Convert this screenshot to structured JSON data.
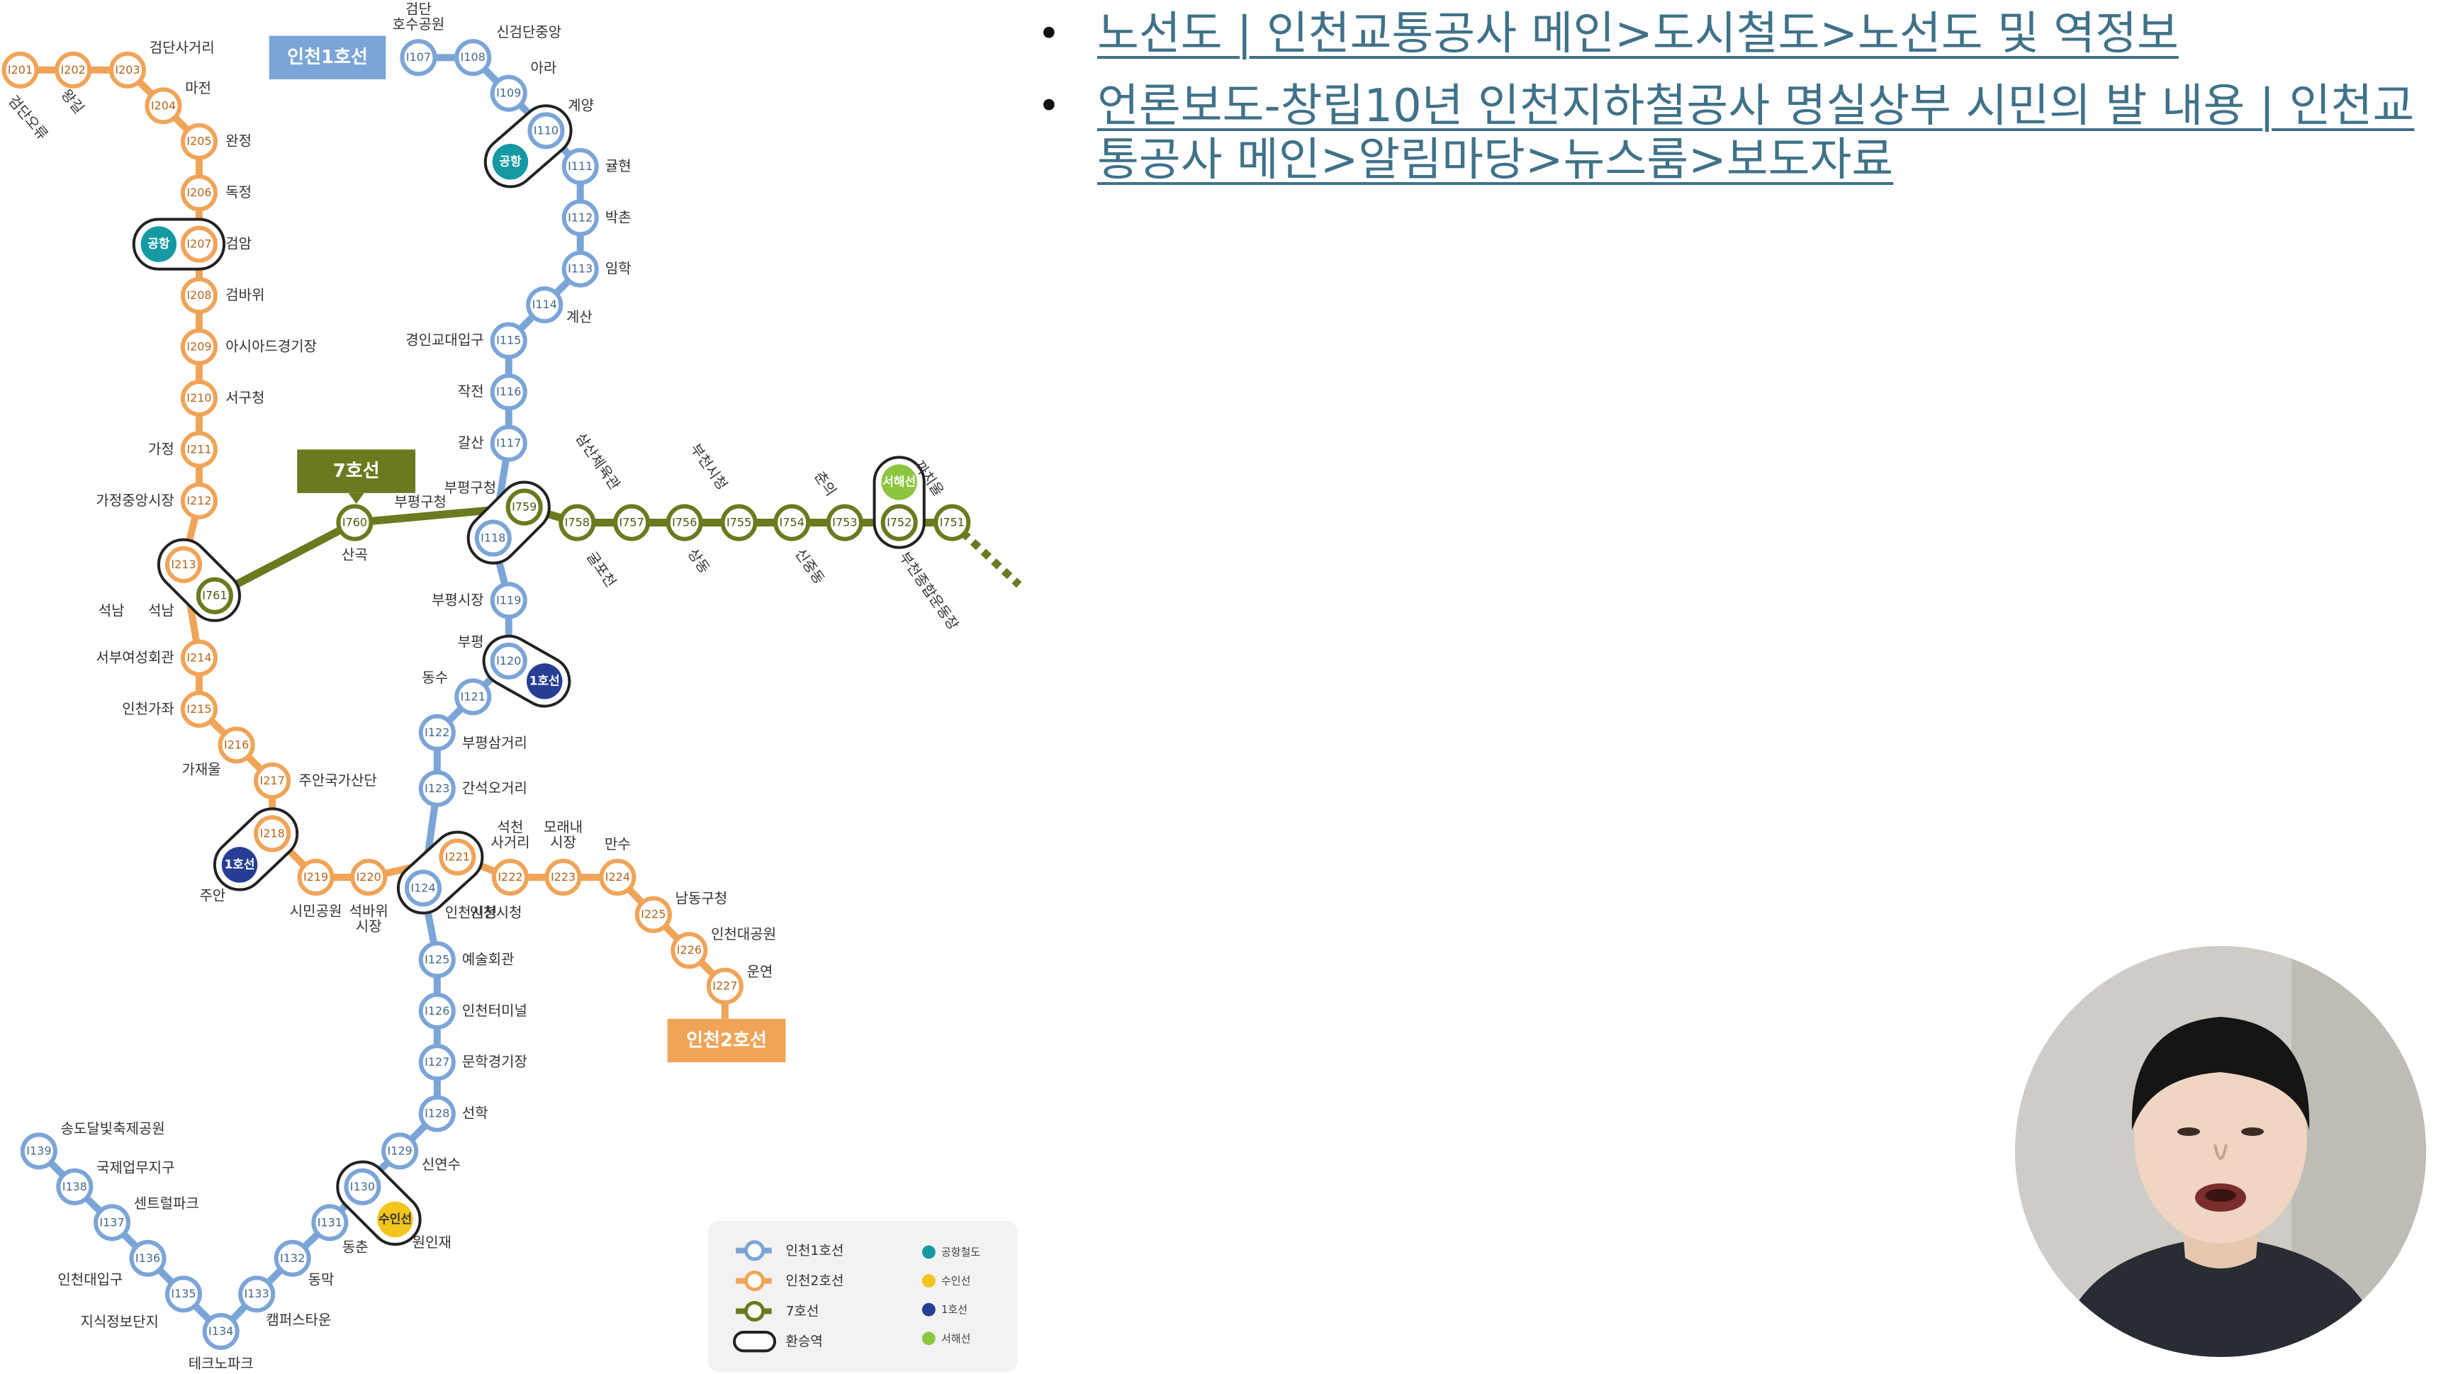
{
  "links": [
    "노선도 | 인천교통공사 메인>도시철도>노선도 및 역정보",
    "언론보도-창립10년 인천지하철공사 명실상부 시민의 발 내용 | 인천교통공사 메인>알림마당>뉴스룸>보도자료"
  ],
  "colors": {
    "line1": "#7ba5d6",
    "line2": "#f0a458",
    "line7": "#6b7a1e",
    "airport": "#159aa3",
    "suin": "#f2c41c",
    "korail1": "#263f94",
    "seohae": "#8cc63e",
    "link": "#3f7289"
  },
  "line_labels": {
    "line1": "인천1호선",
    "line2": "인천2호선",
    "line7": "7호선"
  },
  "legend": {
    "lines": [
      {
        "key": "line1",
        "label": "인천1호선"
      },
      {
        "key": "line2",
        "label": "인천2호선"
      },
      {
        "key": "line7",
        "label": "7호선"
      },
      {
        "key": "transfer",
        "label": "환승역"
      }
    ],
    "dots": [
      {
        "key": "airport",
        "label": "공항철도"
      },
      {
        "key": "suin",
        "label": "수인선"
      },
      {
        "key": "korail1",
        "label": "1호선"
      },
      {
        "key": "seohae",
        "label": "서해선"
      }
    ]
  },
  "transfer_badges": [
    {
      "code": "공항",
      "color": "airport"
    },
    {
      "code": "공항",
      "color": "airport"
    },
    {
      "code": "1호선",
      "color": "korail1"
    },
    {
      "code": "1호선",
      "color": "korail1"
    },
    {
      "code": "수인선",
      "color": "suin"
    },
    {
      "code": "서해선",
      "color": "seohae"
    }
  ],
  "stations": {
    "line1": [
      {
        "code": "I107",
        "name": "검단\n호수공원"
      },
      {
        "code": "I108",
        "name": "신검단중앙"
      },
      {
        "code": "I109",
        "name": "아라"
      },
      {
        "code": "I110",
        "name": "계양"
      },
      {
        "code": "I111",
        "name": "귤현"
      },
      {
        "code": "I112",
        "name": "박촌"
      },
      {
        "code": "I113",
        "name": "임학"
      },
      {
        "code": "I114",
        "name": "계산"
      },
      {
        "code": "I115",
        "name": "경인교대입구"
      },
      {
        "code": "I116",
        "name": "작전"
      },
      {
        "code": "I117",
        "name": "갈산"
      },
      {
        "code": "I118",
        "name": "부평구청"
      },
      {
        "code": "I119",
        "name": "부평시장"
      },
      {
        "code": "I120",
        "name": "부평"
      },
      {
        "code": "I121",
        "name": "동수"
      },
      {
        "code": "I122",
        "name": "부평삼거리"
      },
      {
        "code": "I123",
        "name": "간석오거리"
      },
      {
        "code": "I124",
        "name": "인천시청"
      },
      {
        "code": "I125",
        "name": "예술회관"
      },
      {
        "code": "I126",
        "name": "인천터미널"
      },
      {
        "code": "I127",
        "name": "문학경기장"
      },
      {
        "code": "I128",
        "name": "선학"
      },
      {
        "code": "I129",
        "name": "신연수"
      },
      {
        "code": "I130",
        "name": "원인재"
      },
      {
        "code": "I131",
        "name": "동춘"
      },
      {
        "code": "I132",
        "name": "동막"
      },
      {
        "code": "I133",
        "name": "캠퍼스타운"
      },
      {
        "code": "I134",
        "name": "테크노파크"
      },
      {
        "code": "I135",
        "name": "지식정보단지"
      },
      {
        "code": "I136",
        "name": "인천대입구"
      },
      {
        "code": "I137",
        "name": "센트럴파크"
      },
      {
        "code": "I138",
        "name": "국제업무지구"
      },
      {
        "code": "I139",
        "name": "송도달빛축제공원"
      }
    ],
    "line2": [
      {
        "code": "I201",
        "name": "검단오류"
      },
      {
        "code": "I202",
        "name": "왕길"
      },
      {
        "code": "I203",
        "name": "검단사거리"
      },
      {
        "code": "I204",
        "name": "마전"
      },
      {
        "code": "I205",
        "name": "완정"
      },
      {
        "code": "I206",
        "name": "독정"
      },
      {
        "code": "I207",
        "name": "검암"
      },
      {
        "code": "I208",
        "name": "검바위"
      },
      {
        "code": "I209",
        "name": "아시아드경기장"
      },
      {
        "code": "I210",
        "name": "서구청"
      },
      {
        "code": "I211",
        "name": "가정"
      },
      {
        "code": "I212",
        "name": "가정중앙시장"
      },
      {
        "code": "I213",
        "name": "석남"
      },
      {
        "code": "I214",
        "name": "서부여성회관"
      },
      {
        "code": "I215",
        "name": "인천가좌"
      },
      {
        "code": "I216",
        "name": "가재울"
      },
      {
        "code": "I217",
        "name": "주안국가산단"
      },
      {
        "code": "I218",
        "name": "주안"
      },
      {
        "code": "I219",
        "name": "시민공원"
      },
      {
        "code": "I220",
        "name": "석바위\n시장"
      },
      {
        "code": "I221",
        "name": "인천시청"
      },
      {
        "code": "I222",
        "name": "석천\n사거리"
      },
      {
        "code": "I223",
        "name": "모래내\n시장"
      },
      {
        "code": "I224",
        "name": "만수"
      },
      {
        "code": "I225",
        "name": "남동구청"
      },
      {
        "code": "I226",
        "name": "인천대공원"
      },
      {
        "code": "I227",
        "name": "운연"
      }
    ],
    "line7": [
      {
        "code": "I761",
        "name": "석남"
      },
      {
        "code": "I760",
        "name": "산곡"
      },
      {
        "code": "I759",
        "name": "부평구청"
      },
      {
        "code": "I758",
        "name": "굴포천"
      },
      {
        "code": "I757",
        "name": "삼산체육관"
      },
      {
        "code": "I756",
        "name": "상동"
      },
      {
        "code": "I755",
        "name": "부천시청"
      },
      {
        "code": "I754",
        "name": "신중동"
      },
      {
        "code": "I753",
        "name": "춘의"
      },
      {
        "code": "I752",
        "name": "부천종합운동장"
      },
      {
        "code": "I751",
        "name": "까치울"
      }
    ]
  }
}
